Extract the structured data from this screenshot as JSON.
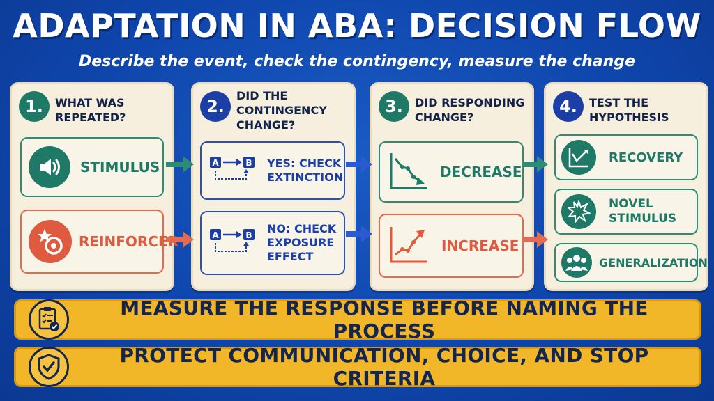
{
  "title": "ADAPTATION IN ABA: DECISION FLOW",
  "subtitle": "Describe the event, check the contingency, measure the change",
  "steps": [
    {
      "number": "1.",
      "title": "WHAT WAS REPEATED?",
      "options": [
        {
          "label": "STIMULUS",
          "icon": "speaker-icon"
        },
        {
          "label": "REINFORCER",
          "icon": "star-token-icon"
        }
      ]
    },
    {
      "number": "2.",
      "title": "DID THE CONTINGENCY CHANGE?",
      "options": [
        {
          "label": "YES: CHECK EXTINCTION",
          "icon": "a-to-b-icon"
        },
        {
          "label": "NO: CHECK EXPOSURE EFFECT",
          "icon": "a-to-b-icon"
        }
      ]
    },
    {
      "number": "3.",
      "title": "DID RESPONDING CHANGE?",
      "options": [
        {
          "label": "DECREASE",
          "icon": "trend-down-icon"
        },
        {
          "label": "INCREASE",
          "icon": "trend-up-icon"
        }
      ]
    },
    {
      "number": "4.",
      "title": "TEST THE HYPOTHESIS",
      "options": [
        {
          "label": "RECOVERY",
          "icon": "recovery-chart-icon"
        },
        {
          "label": "NOVEL STIMULUS",
          "icon": "burst-icon"
        },
        {
          "label": "GENERALIZATION",
          "icon": "group-icon"
        }
      ]
    }
  ],
  "banners": [
    {
      "text": "MEASURE THE RESPONSE BEFORE NAMING THE PROCESS",
      "icon": "checklist-icon"
    },
    {
      "text": "PROTECT COMMUNICATION, CHOICE, AND STOP CRITERIA",
      "icon": "shield-check-icon"
    }
  ],
  "colors": {
    "background": "#0f46ad",
    "step1": "#1e7a66",
    "step2": "#1b3fa6",
    "step3": "#1e7a66",
    "step4": "#1b3fa6",
    "teal": "#1e7a66",
    "coral": "#e05a3f",
    "blue": "#1b3fa6",
    "banner": "#f2b728"
  }
}
